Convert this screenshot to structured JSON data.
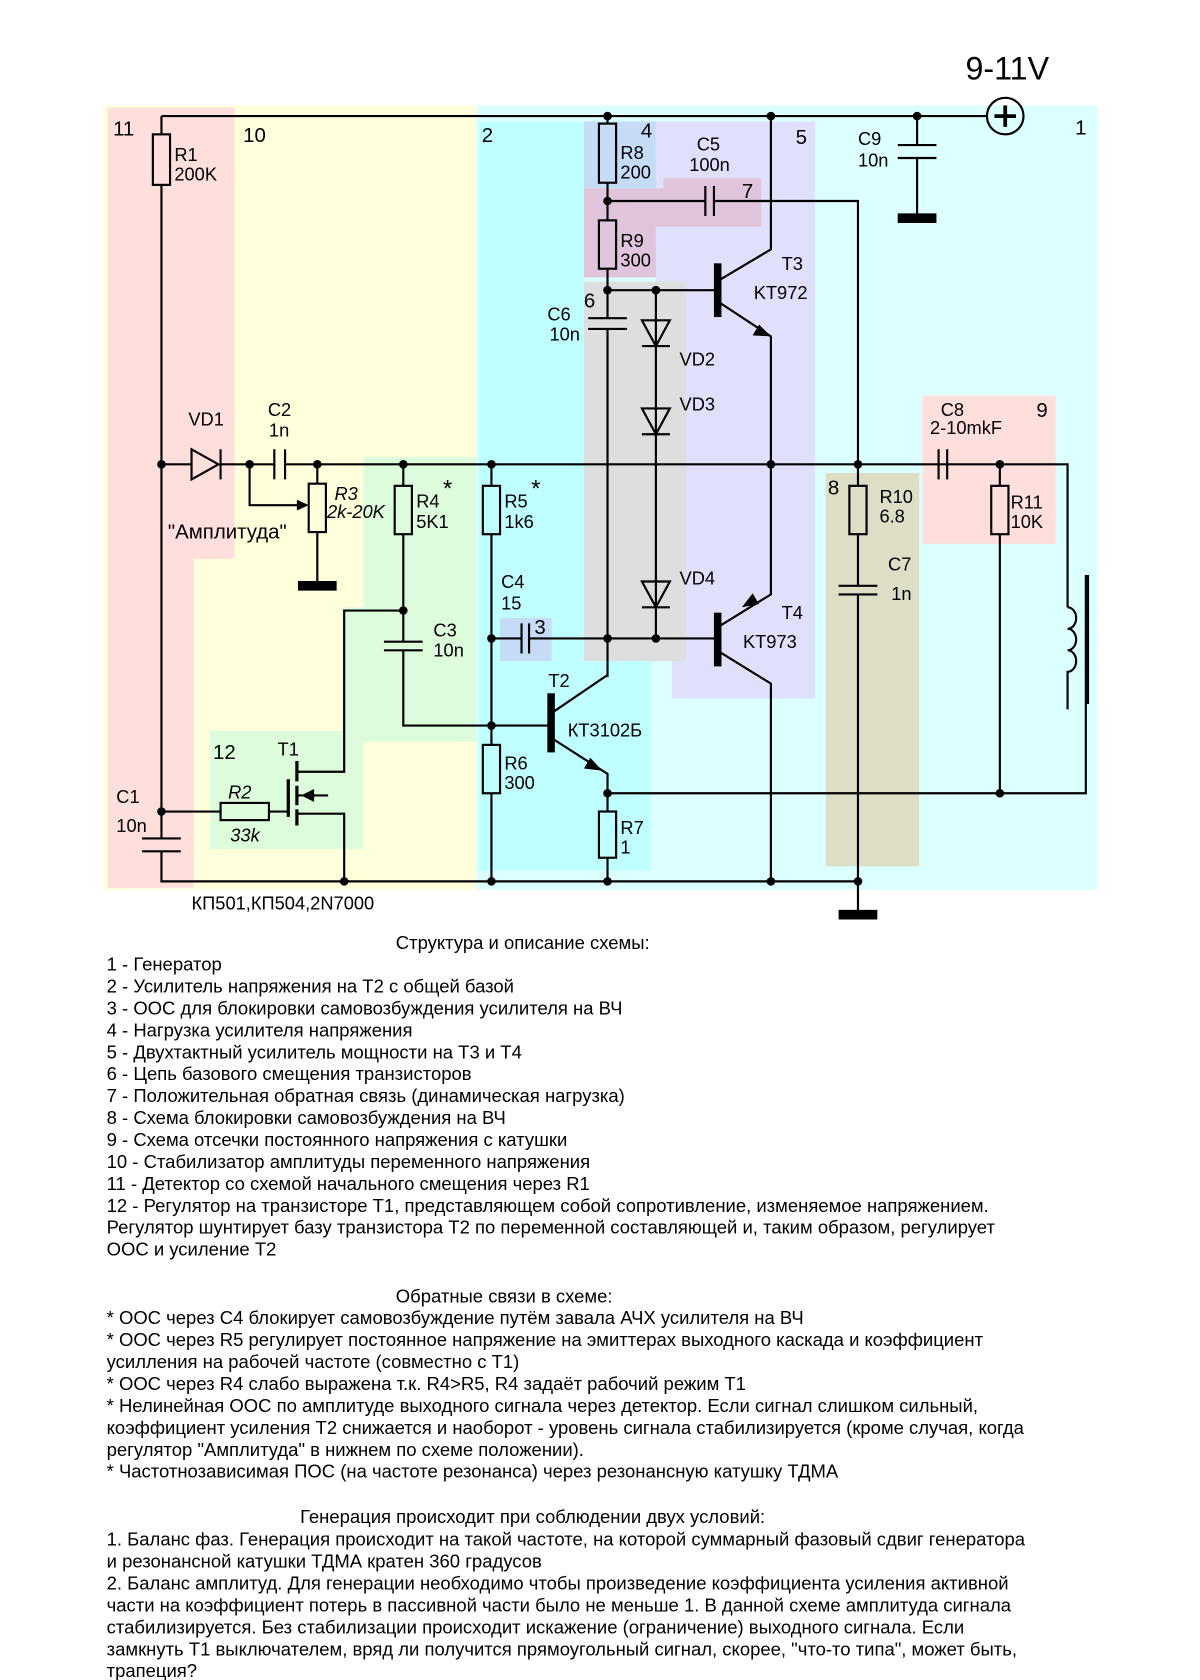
{
  "schematic": {
    "supply": "9-11V",
    "zones": {
      "z1": "1",
      "z2": "2",
      "z3": "3",
      "z4": "4",
      "z5": "5",
      "z6": "6",
      "z7": "7",
      "z8": "8",
      "z9": "9",
      "z10": "10",
      "z11": "11",
      "z12": "12"
    },
    "zone_colors": {
      "pink": "#ffdede",
      "yellow": "#ffffdc",
      "cyan_light": "#dcffff",
      "cyan": "#c0ffff",
      "blue": "#c6dcf6",
      "mauve": "#e0c4dc",
      "lavender": "#e0e0fc",
      "gray": "#dedede",
      "olive": "#dedec6",
      "green": "#dcfcdc"
    },
    "labels": {
      "r1": "R1",
      "r1v": "200K",
      "r2": "R2",
      "r2v": "33k",
      "r3": "R3",
      "r3v": "2k-20K",
      "r4": "R4",
      "r4v": "5K1",
      "r5": "R5",
      "r5v": "1k6",
      "star": "*",
      "r6": "R6",
      "r6v": "300",
      "r7": "R7",
      "r7v": "1",
      "r8": "R8",
      "r8v": "200",
      "r9": "R9",
      "r9v": "300",
      "r10": "R10",
      "r10v": "6.8",
      "r11": "R11",
      "r11v": "10K",
      "c1": "C1",
      "c1v": "10n",
      "c2": "C2",
      "c2v": "1n",
      "c3": "C3",
      "c3v": "10n",
      "c4": "C4",
      "c4v": "15",
      "c5": "C5",
      "c5v": "100n",
      "c6": "C6",
      "c6v": "10n",
      "c7": "C7",
      "c7v": "1n",
      "c8": "C8",
      "c8v": "2-10mkF",
      "c9": "C9",
      "c9v": "10n",
      "vd1": "VD1",
      "vd2": "VD2",
      "vd3": "VD3",
      "vd4": "VD4",
      "t1": "T1",
      "t2": "T2",
      "t2v": "КТ3102Б",
      "t3": "T3",
      "t3v": "KT972",
      "t4": "T4",
      "t4v": "KT973",
      "amp": "\"Амплитуда\"",
      "mosfets": "КП501,КП504,2N7000"
    }
  },
  "structure": {
    "heading": "Структура и описание схемы:",
    "lines": [
      "1 - Генератор",
      "2 - Усилитель напряжения на Т2 с общей базой",
      "3 - ООС для блокировки самовозбуждения усилителя на ВЧ",
      "4 - Нагрузка усилителя напряжения",
      "5 - Двухтактный усилитель мощности на Т3 и Т4",
      "6 - Цепь базового смещения транзисторов",
      "7 - Положительная обратная связь (динамическая нагрузка)",
      "8 - Схема блокировки самовозбуждения на ВЧ",
      "9 - Схема отсечки постоянного напряжения с катушки",
      "10 - Стабилизатор амплитуды переменного напряжения",
      "11 - Детектор со схемой начального смещения через R1",
      "12 - Регулятор на транзисторе Т1, представляющем собой сопротивление, изменяемое напряжением.",
      "Регулятор шунтирует базу транзистора Т2 по переменной составляющей и, таким образом, регулирует",
      "ООС и усиление Т2"
    ]
  },
  "feedback": {
    "heading": "Обратные связи в схеме:",
    "lines": [
      "* ООС через С4 блокирует самовозбуждение путём завала АЧХ усилителя на ВЧ",
      "* ООС через R5 регулирует постоянное напряжение на эмиттерах выходного каскада и коэффициент",
      "усилления на рабочей частоте (совместно с Т1)",
      "* ООС через R4 слабо выражена т.к. R4>R5, R4 задаёт рабочий режим Т1",
      "* Нелинейная ООС по амплитуде выходного сигнала через детектор. Если сигнал слишком сильный,",
      "коэффициент усиления Т2 снижается и наоборот - уровень сигнала стабилизируется (кроме случая, когда",
      "регулятор \"Амплитуда\" в нижнем по схеме положении).",
      "* Частотнозависимая ПОС (на частоте резонанса) через резонансную катушку ТДМА"
    ]
  },
  "generation": {
    "heading": "Генерация происходит при соблюдении двух условий:",
    "lines": [
      "1. Баланс фаз. Генерация происходит на такой частоте, на которой суммарный фазовый сдвиг генератора",
      "и резонансной катушки ТДМА кратен 360 градусов",
      "2. Баланс амплитуд. Для генерации необходимо чтобы произведение коэффициента усиления активной",
      "части на коэффициент потерь в пассивной части было не меньше 1. В данной схеме амплитуда сигнала",
      "стабилизируется. Без стабилизации происходит искажение (ограничение) выходного сигнала. Если",
      "замкнуть Т1 выключателем, вряд ли получится прямоугольный сигнал, скорее, \"что-то типа\", может быть,",
      "трапеция?"
    ]
  }
}
